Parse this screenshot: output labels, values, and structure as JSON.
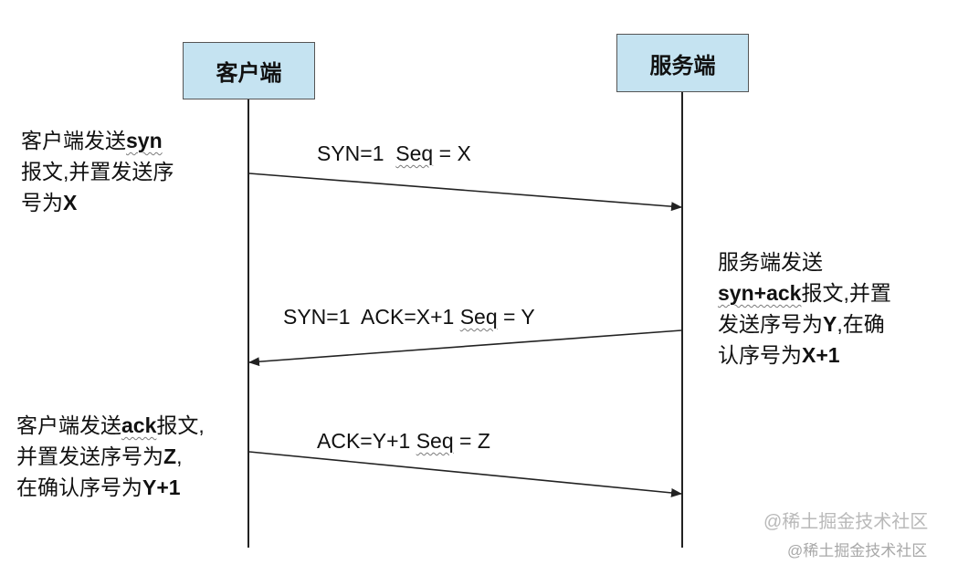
{
  "actors": {
    "client": "客户端",
    "server": "服务端"
  },
  "notes": {
    "client_syn": {
      "line1": [
        "客户端发送",
        "syn"
      ],
      "line2": "报文,并置发送序",
      "line3": [
        "号为",
        "X"
      ]
    },
    "server_synack": {
      "line1": "服务端发送",
      "line2": [
        "syn+ack",
        "报文,并置"
      ],
      "line3": [
        "发送序号为",
        "Y",
        ",在确"
      ],
      "line4": [
        "认序号为",
        "X+1"
      ]
    },
    "client_ack": {
      "line1": [
        "客户端发送",
        "ack",
        "报文,"
      ],
      "line2": [
        "并置发送序号为",
        "Z",
        ","
      ],
      "line3": [
        "在确认序号为",
        "Y+1"
      ]
    }
  },
  "messages": {
    "syn": {
      "prefix": "SYN=1  ",
      "seq_word": "Seq",
      "suffix": " = X"
    },
    "synack": {
      "prefix": "SYN=1  ACK=X+1 ",
      "seq_word": "Seq",
      "suffix": " = Y"
    },
    "ack": {
      "prefix": "ACK=Y+1 ",
      "seq_word": "Seq",
      "suffix": " = Z"
    }
  },
  "watermark": {
    "large": "@稀土掘金技术社区",
    "small": "@稀土掘金技术社区"
  },
  "colors": {
    "actor_fill": "#c5e3f1",
    "line": "#222222",
    "watermark": "#b9b9b9"
  }
}
